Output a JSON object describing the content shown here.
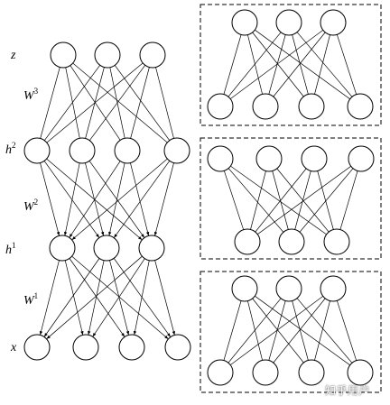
{
  "left_network": {
    "layer_labels": [
      {
        "id": "z",
        "text": "z",
        "sup": ""
      },
      {
        "id": "W3",
        "text": "W",
        "sup": "3"
      },
      {
        "id": "h2",
        "text": "h",
        "sup": "2"
      },
      {
        "id": "W2",
        "text": "W",
        "sup": "2"
      },
      {
        "id": "h1",
        "text": "h",
        "sup": "1"
      },
      {
        "id": "W1",
        "text": "W",
        "sup": "1"
      },
      {
        "id": "x",
        "text": "x",
        "sup": ""
      }
    ]
  },
  "watermark": "知乎用户"
}
